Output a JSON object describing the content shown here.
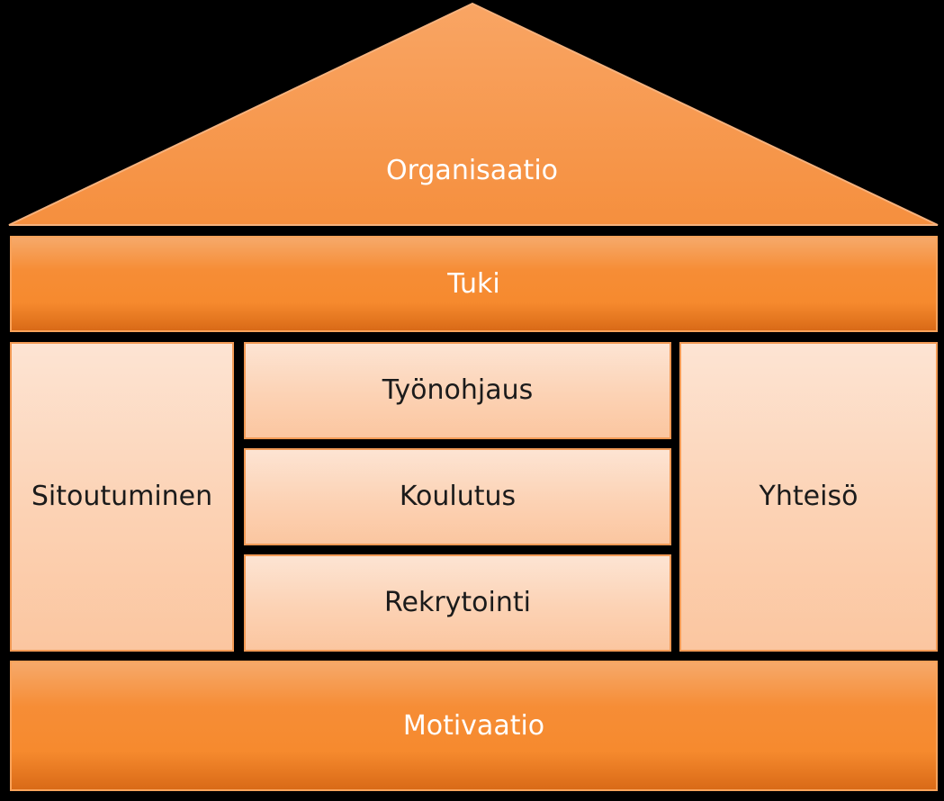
{
  "diagram": {
    "roof": {
      "label": "Organisaatio"
    },
    "top_band": {
      "label": "Tuki"
    },
    "left_pillar": {
      "label": "Sitoutuminen"
    },
    "center_blocks": [
      {
        "label": "Työnohjaus"
      },
      {
        "label": "Koulutus"
      },
      {
        "label": "Rekrytointi"
      }
    ],
    "right_pillar": {
      "label": "Yhteisö"
    },
    "foundation": {
      "label": "Motivaatio"
    }
  },
  "colors": {
    "background": "#000000",
    "roof_fill": "#f79646",
    "band_fill": "#f68a2e",
    "light_fill": "#fcd2b4",
    "border": "#f29a55"
  }
}
